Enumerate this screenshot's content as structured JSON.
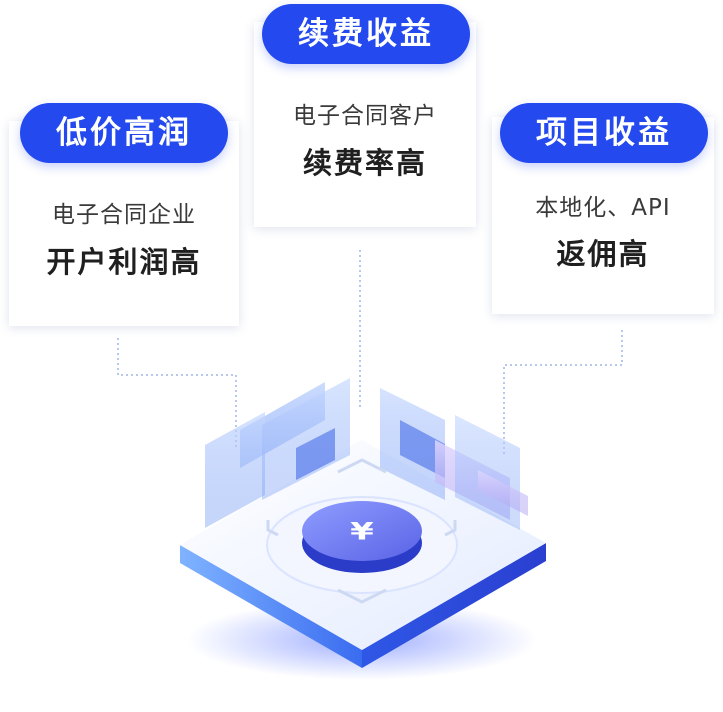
{
  "cards": {
    "left": {
      "pill": "低价高润",
      "line1": "电子合同企业",
      "line2": "开户利润高"
    },
    "center": {
      "pill": "续费收益",
      "line1": "电子合同客户",
      "line2": "续费率高"
    },
    "right": {
      "pill": "项目收益",
      "line1": "本地化、API",
      "line2": "返佣高"
    }
  },
  "illustration": {
    "currency_symbol": "¥"
  },
  "colors": {
    "accent": "#2349ef",
    "connector": "#9fb6e6",
    "platform_top": "#eef3ff",
    "platform_edge": "#3f7df2",
    "coin": "#3d56e0"
  }
}
